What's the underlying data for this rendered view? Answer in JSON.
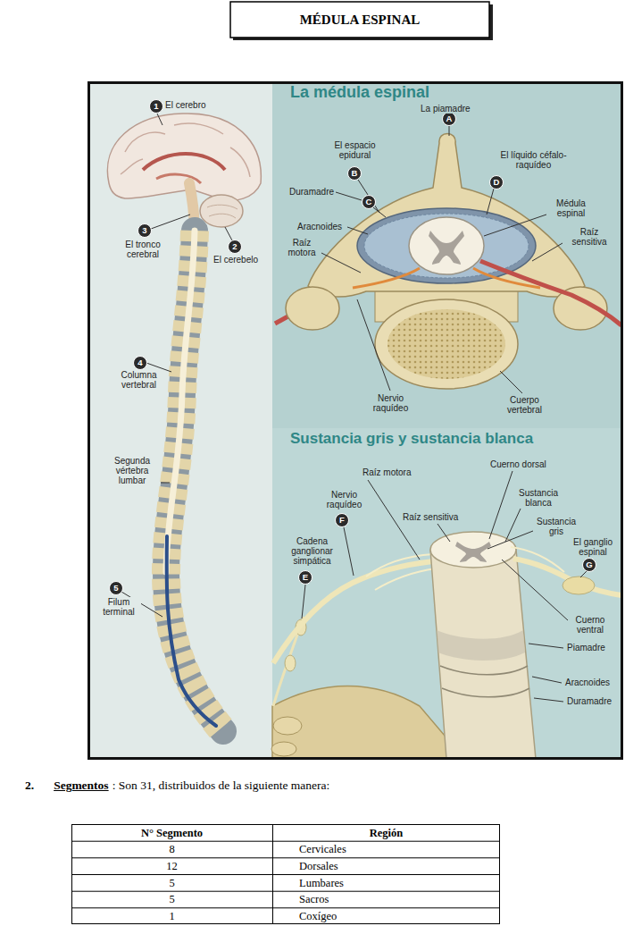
{
  "diagram": {
    "title": "MÉDULA ESPINAL",
    "labels": [
      "La médula espinal",
      "1",
      "El cerebro",
      "A",
      "La piamadre",
      "El espacio epidural",
      "B",
      "El líquido céfalo-raquídeo",
      "D",
      "Duramadre",
      "C",
      "Médula espinal",
      "Aracnoides",
      "Raíz sensitiva",
      "Raíz motora",
      "3",
      "El tronco cerebral",
      "2",
      "El cerebelo",
      "4",
      "Columna vertebral",
      "Nervio raquídeo",
      "Cuerpo vertebral",
      "Segunda vértebra lumbar",
      "Sustancia gris y sustancia blanca",
      "Raíz motora",
      "Cuerno dorsal",
      "Nervio raquídeo",
      "Sustancia blanca",
      "F",
      "Sustancia gris",
      "Raíz sensitiva",
      "El ganglio espinal",
      "G",
      "Cadena ganglionar simpática",
      "E",
      "5",
      "Filum terminal",
      "Cuerno ventral",
      "Piamadre",
      "Aracnoides",
      "Duramadre",
      "2.",
      "Segmentos",
      ": Son 31, distribuidos de la siguiente manera:",
      "N° Segmento",
      "Región",
      "8",
      "Cervicales",
      "12",
      "Dorsales",
      "5",
      "Lumbares",
      "5",
      "Sacros",
      "1",
      "Coxígeo"
    ]
  }
}
